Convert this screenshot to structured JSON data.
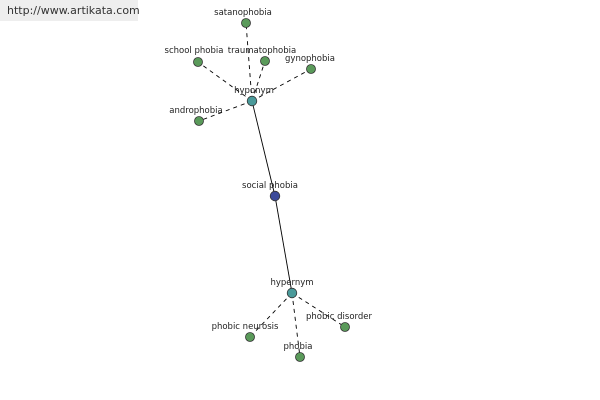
{
  "source_link": "http://www.artikata.com",
  "colors": {
    "leaf": "#5a9a5a",
    "relation": "#4a9a9a",
    "center": "#3c4a9a",
    "edge": "#000000"
  },
  "center": {
    "label": "social phobia"
  },
  "groups": [
    {
      "key": "hyponym",
      "label": "hyponym",
      "terms": [
        "satanophobia",
        "school phobia",
        "traumatophobia",
        "gynophobia",
        "androphobia"
      ]
    },
    {
      "key": "hypernym",
      "label": "hypernym",
      "terms": [
        "phobic neurosis",
        "phobia",
        "phobic disorder"
      ]
    }
  ]
}
